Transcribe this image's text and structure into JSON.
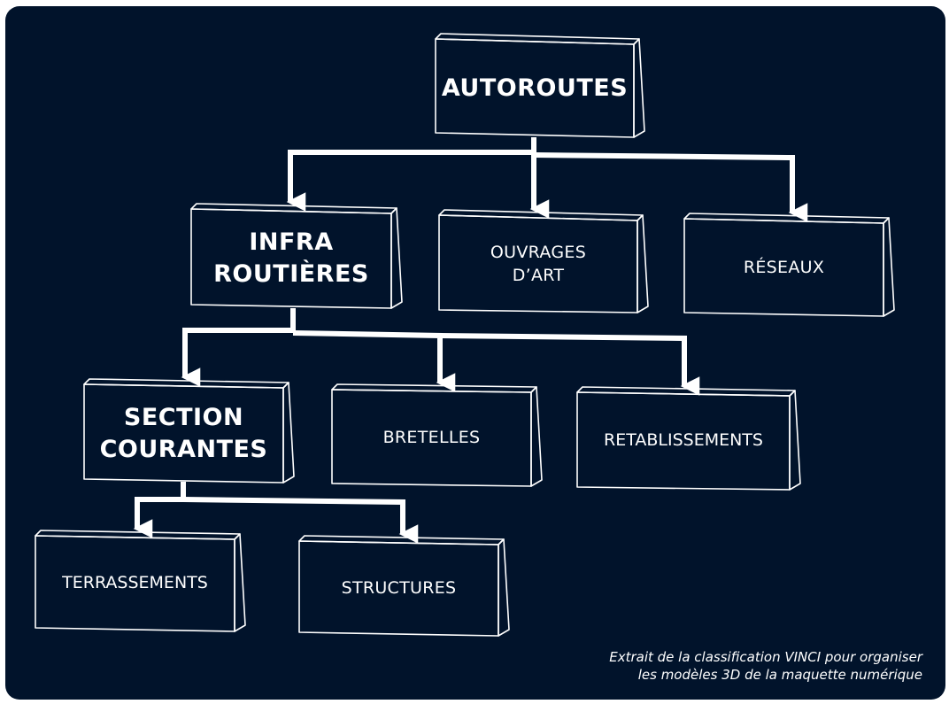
{
  "nodes": {
    "autoroutes": {
      "lines": [
        "AUTOROUTES"
      ]
    },
    "infra_routieres": {
      "lines": [
        "INFRA",
        "ROUTIÈRES"
      ]
    },
    "ouvrages_dart": {
      "lines": [
        "OUVRAGES",
        "D’ART"
      ]
    },
    "reseaux": {
      "lines": [
        "RÉSEAUX"
      ]
    },
    "section_courantes": {
      "lines": [
        "SECTION",
        "COURANTES"
      ]
    },
    "bretelles": {
      "lines": [
        "BRETELLES"
      ]
    },
    "retablissements": {
      "lines": [
        "RETABLISSEMENTS"
      ]
    },
    "terrassements": {
      "lines": [
        "TERRASSEMENTS"
      ]
    },
    "structures": {
      "lines": [
        "STRUCTURES"
      ]
    }
  },
  "edges": [
    [
      "autoroutes",
      "infra_routieres"
    ],
    [
      "autoroutes",
      "ouvrages_dart"
    ],
    [
      "autoroutes",
      "reseaux"
    ],
    [
      "infra_routieres",
      "section_courantes"
    ],
    [
      "infra_routieres",
      "bretelles"
    ],
    [
      "infra_routieres",
      "retablissements"
    ],
    [
      "section_courantes",
      "terrassements"
    ],
    [
      "section_courantes",
      "structures"
    ]
  ],
  "caption": {
    "line1": "Extrait de la classification VINCI pour organiser",
    "line2": "les modèles 3D de la maquette numérique"
  },
  "colors": {
    "background": "#01132b",
    "foreground": "#ffffff"
  }
}
